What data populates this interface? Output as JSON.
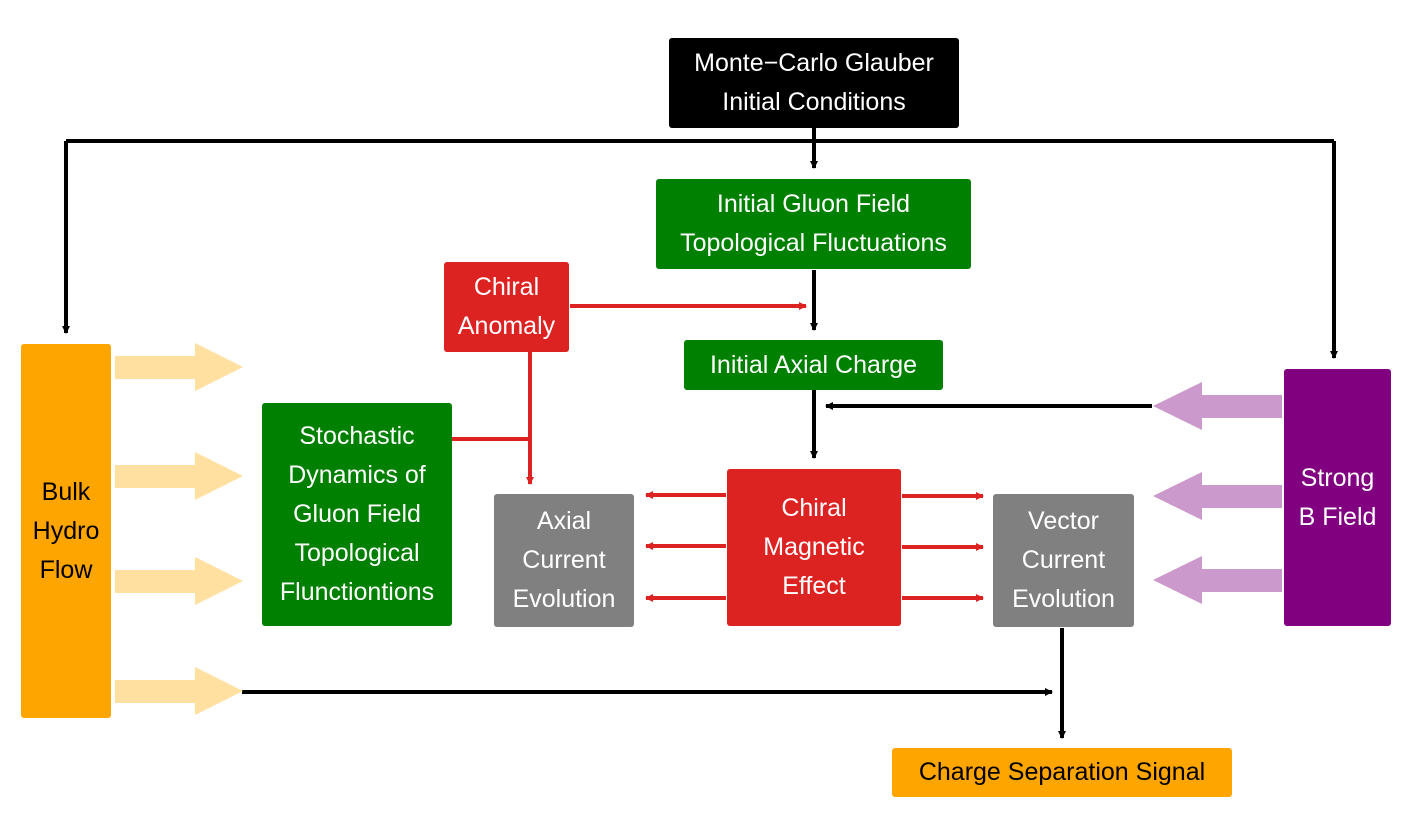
{
  "nodes": {
    "glauber": "Monte−Carlo Glauber\nInitial Conditions",
    "gluon_fluct": "Initial Gluon Field\nTopological Fluctuations",
    "chiral_anomaly": "Chiral\nAnomaly",
    "axial_charge": "Initial Axial Charge",
    "stochastic": "Stochastic\nDynamics of\nGluon Field\nTopological\nFlunctiontions",
    "axial_current": "Axial\nCurrent\nEvolution",
    "cme": "Chiral\nMagnetic\nEffect",
    "vector_current": "Vector\nCurrent\nEvolution",
    "hydro": "Bulk\nHydro\nFlow",
    "b_field": "Strong\nB Field",
    "signal": "Charge Separation Signal"
  },
  "colors": {
    "black_box": "#000000",
    "green_box": "#008000",
    "red_box": "#dd2222",
    "grey_box": "#808080",
    "orange_box": "#ffa500",
    "purple_box": "#800080",
    "black_arrow": "#000000",
    "red_arrow": "#dd2222",
    "hydro_arrow": "#ffe0a0",
    "field_arrow": "#cc99cc"
  }
}
